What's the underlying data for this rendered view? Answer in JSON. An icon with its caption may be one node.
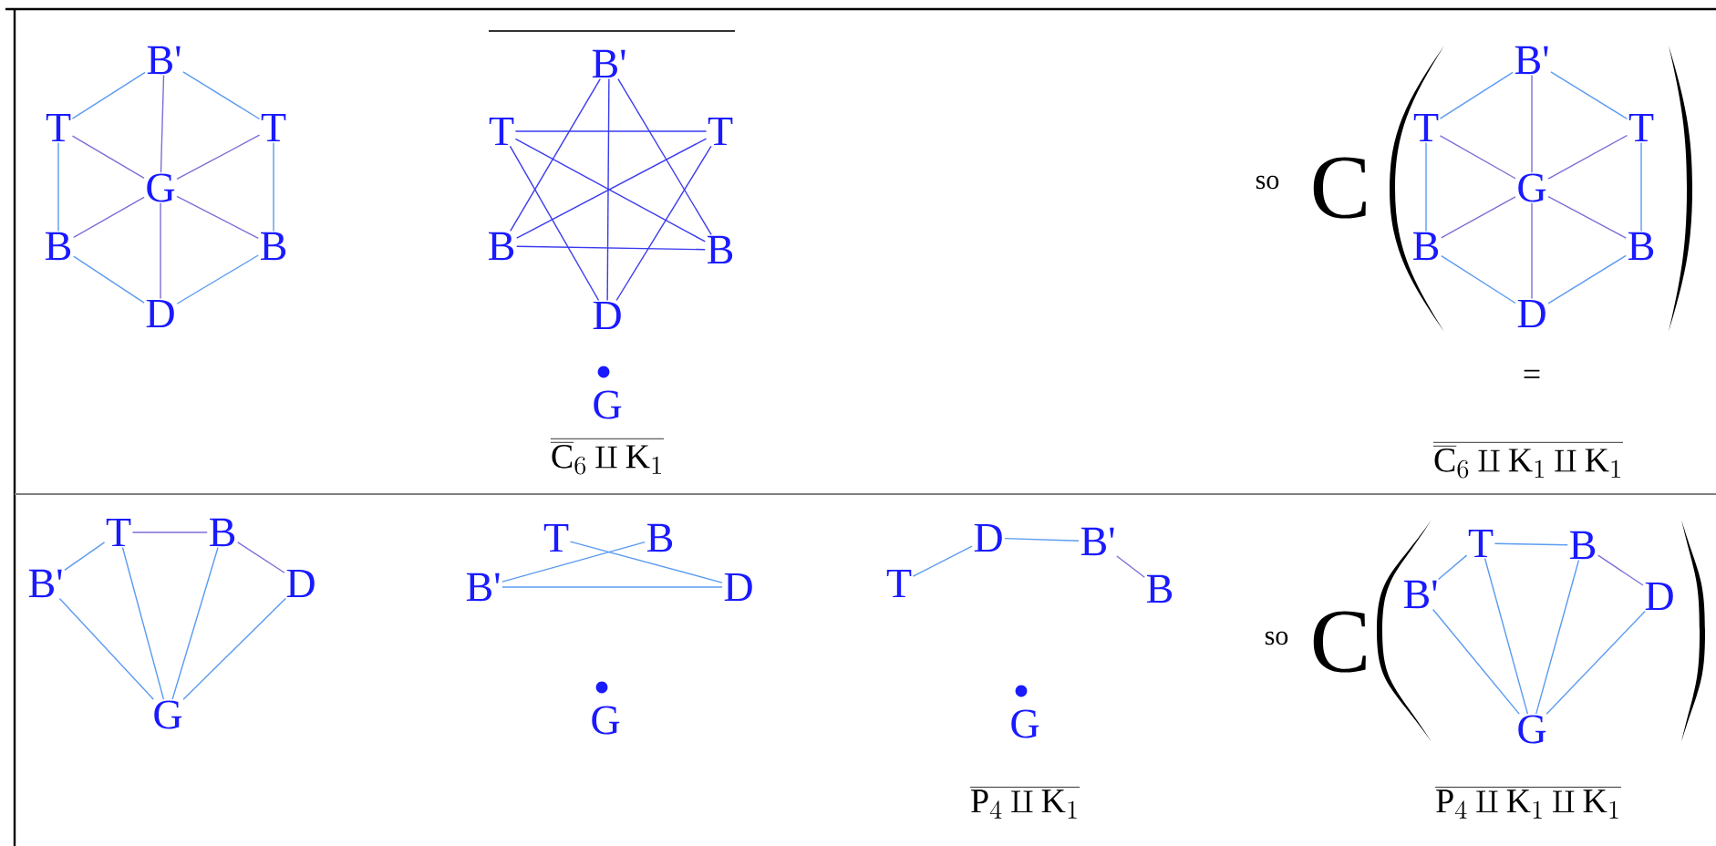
{
  "diagram": {
    "nodes": [
      {
        "text": [
          "B'"
        ]
      },
      {
        "text": [
          "T"
        ]
      },
      {
        "text": [
          "T"
        ]
      },
      {
        "text": [
          "G"
        ]
      },
      {
        "text": [
          "B"
        ]
      },
      {
        "text": [
          "B"
        ]
      },
      {
        "text": [
          "D"
        ]
      },
      {
        "text": [
          "B'"
        ]
      },
      {
        "text": [
          "T"
        ]
      },
      {
        "text": [
          "T"
        ]
      },
      {
        "text": [
          "B"
        ]
      },
      {
        "text": [
          "B"
        ]
      },
      {
        "text": [
          "D"
        ]
      },
      {
        "text": [
          "G"
        ]
      },
      {
        "text": [
          "B'"
        ]
      },
      {
        "text": [
          "T"
        ]
      },
      {
        "text": [
          "T"
        ]
      },
      {
        "text": [
          "G"
        ]
      },
      {
        "text": [
          "B"
        ]
      },
      {
        "text": [
          "B"
        ]
      },
      {
        "text": [
          "D"
        ]
      },
      {
        "text": [
          "B'"
        ]
      },
      {
        "text": [
          "T"
        ]
      },
      {
        "text": [
          "B"
        ]
      },
      {
        "text": [
          "D"
        ]
      },
      {
        "text": [
          "G"
        ]
      },
      {
        "text": [
          "T"
        ]
      },
      {
        "text": [
          "B"
        ]
      },
      {
        "text": [
          "B'"
        ]
      },
      {
        "text": [
          "D"
        ]
      },
      {
        "text": [
          "G"
        ]
      },
      {
        "text": [
          "T"
        ]
      },
      {
        "text": [
          "D"
        ]
      },
      {
        "text": [
          "B'"
        ]
      },
      {
        "text": [
          "B"
        ]
      },
      {
        "text": [
          "G"
        ]
      },
      {
        "text": [
          "B'"
        ]
      },
      {
        "text": [
          "T"
        ]
      },
      {
        "text": [
          "B"
        ]
      },
      {
        "text": [
          "D"
        ]
      },
      {
        "text": [
          "G"
        ]
      }
    ],
    "edges": [
      {
        "from": 0,
        "to": 1,
        "arrow": "none"
      },
      {
        "from": 0,
        "to": 2,
        "arrow": "none"
      },
      {
        "from": 1,
        "to": 4,
        "arrow": "none"
      },
      {
        "from": 2,
        "to": 5,
        "arrow": "none"
      },
      {
        "from": 4,
        "to": 6,
        "arrow": "none"
      },
      {
        "from": 5,
        "to": 6,
        "arrow": "none"
      },
      {
        "from": 3,
        "to": 0,
        "arrow": "none",
        "color": "#7b6fd6"
      },
      {
        "from": 3,
        "to": 1,
        "arrow": "none",
        "color": "#7b6fd6"
      },
      {
        "from": 3,
        "to": 2,
        "arrow": "none",
        "color": "#7b6fd6"
      },
      {
        "from": 3,
        "to": 4,
        "arrow": "none",
        "color": "#7b6fd6"
      },
      {
        "from": 3,
        "to": 5,
        "arrow": "none",
        "color": "#7b6fd6"
      },
      {
        "from": 3,
        "to": 6,
        "arrow": "none",
        "color": "#7b6fd6"
      },
      {
        "from": 7,
        "to": 10,
        "arrow": "none",
        "color": "#3b3bef"
      },
      {
        "from": 7,
        "to": 11,
        "arrow": "none",
        "color": "#3b3bef"
      },
      {
        "from": 10,
        "to": 11,
        "arrow": "none",
        "color": "#3b3bef"
      },
      {
        "from": 8,
        "to": 9,
        "arrow": "none",
        "color": "#3b3bef"
      },
      {
        "from": 8,
        "to": 12,
        "arrow": "none",
        "color": "#3b3bef"
      },
      {
        "from": 9,
        "to": 12,
        "arrow": "none",
        "color": "#3b3bef"
      },
      {
        "from": 7,
        "to": 12,
        "arrow": "none",
        "color": "#3b3bef"
      },
      {
        "from": 8,
        "to": 11,
        "arrow": "none",
        "color": "#3b3bef"
      },
      {
        "from": 9,
        "to": 10,
        "arrow": "none",
        "color": "#3b3bef"
      },
      {
        "from": 14,
        "to": 15,
        "arrow": "none"
      },
      {
        "from": 14,
        "to": 16,
        "arrow": "none"
      },
      {
        "from": 15,
        "to": 18,
        "arrow": "none"
      },
      {
        "from": 16,
        "to": 19,
        "arrow": "none"
      },
      {
        "from": 18,
        "to": 20,
        "arrow": "none"
      },
      {
        "from": 19,
        "to": 20,
        "arrow": "none"
      },
      {
        "from": 17,
        "to": 14,
        "arrow": "none",
        "color": "#7b6fd6"
      },
      {
        "from": 17,
        "to": 15,
        "arrow": "none",
        "color": "#7b6fd6"
      },
      {
        "from": 17,
        "to": 16,
        "arrow": "none",
        "color": "#7b6fd6"
      },
      {
        "from": 17,
        "to": 18,
        "arrow": "none",
        "color": "#7b6fd6"
      },
      {
        "from": 17,
        "to": 19,
        "arrow": "none",
        "color": "#7b6fd6"
      },
      {
        "from": 17,
        "to": 20,
        "arrow": "none",
        "color": "#7b6fd6"
      },
      {
        "from": 21,
        "to": 22,
        "arrow": "none"
      },
      {
        "from": 22,
        "to": 23,
        "arrow": "none",
        "color": "#7b6fd6"
      },
      {
        "from": 23,
        "to": 24,
        "arrow": "none",
        "color": "#7b6fd6"
      },
      {
        "from": 21,
        "to": 25,
        "arrow": "none"
      },
      {
        "from": 22,
        "to": 25,
        "arrow": "none"
      },
      {
        "from": 23,
        "to": 25,
        "arrow": "none"
      },
      {
        "from": 24,
        "to": 25,
        "arrow": "none"
      },
      {
        "from": 26,
        "to": 29,
        "arrow": "none"
      },
      {
        "from": 27,
        "to": 28,
        "arrow": "none"
      },
      {
        "from": 28,
        "to": 29,
        "arrow": "none"
      },
      {
        "from": 31,
        "to": 32,
        "arrow": "none"
      },
      {
        "from": 32,
        "to": 33,
        "arrow": "none"
      },
      {
        "from": 33,
        "to": 34,
        "arrow": "none",
        "color": "#7b6fd6"
      },
      {
        "from": 36,
        "to": 37,
        "arrow": "none"
      },
      {
        "from": 37,
        "to": 38,
        "arrow": "none"
      },
      {
        "from": 38,
        "to": 39,
        "arrow": "none",
        "color": "#7b6fd6"
      },
      {
        "from": 36,
        "to": 40,
        "arrow": "none"
      },
      {
        "from": 37,
        "to": 40,
        "arrow": "none"
      },
      {
        "from": 38,
        "to": 40,
        "arrow": "none"
      },
      {
        "from": 39,
        "to": 40,
        "arrow": "none"
      }
    ],
    "labels": [
      "so",
      "C",
      "=",
      "\\overline{\\overline{\\mathrm{C}}_6\\amalg \\mathrm{K}_1}",
      "\\overline{\\overline{\\mathrm{C}}_6\\amalg \\mathrm{K}_1\\amalg \\mathrm{K}_1}",
      "so",
      "C",
      "\\overline{\\mathrm{P}_4\\amalg \\mathrm{K}_1}",
      "\\overline{\\mathrm{P}_4\\amalg \\mathrm{K}_1\\amalg \\mathrm{K}_1}"
    ]
  }
}
